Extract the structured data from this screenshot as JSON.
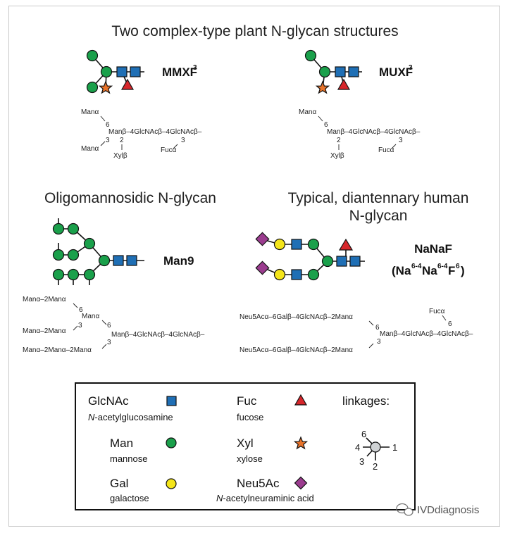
{
  "section1": {
    "title": "Two complex-type plant N-glycan structures",
    "mmxf": {
      "name": "MMXF",
      "sup": "3",
      "formula": [
        "Manα",
        "6",
        "Manβ–4GlcNAcβ–4GlcNAcβ–",
        "2",
        "3",
        "3",
        "Manα",
        "Xylβ",
        "Fucα"
      ]
    },
    "muxf": {
      "name": "MUXF",
      "sup": "3",
      "formula": [
        "Manα",
        "6",
        "Manβ–4GlcNAcβ–4GlcNAcβ–",
        "2",
        "3",
        "Xylβ",
        "Fucα"
      ]
    }
  },
  "section2": {
    "title": "Oligomannosidic N-glycan",
    "name": "Man9",
    "formula": [
      "Manα–2Manα",
      "6",
      "Manα",
      "3",
      "6",
      "Manα–2Manα",
      "Manβ–4GlcNAcβ–4GlcNAcβ–",
      "3",
      "Manα–2Manα–2Manα"
    ]
  },
  "section3": {
    "title_line1": "Typical, diantennary human",
    "title_line2": "N-glycan",
    "name": "NaNaF",
    "paren_open": "(Na",
    "sup1": "6-4",
    "na2": "Na",
    "sup2": "6-4",
    "f": "F",
    "sup3": "6",
    "paren_close": ")",
    "formula": [
      "Fucα",
      "6",
      "Neu5Acα–6Galβ–4GlcNAcβ–2Manα",
      "6",
      "Manβ–4GlcNAcβ–4GlcNAcβ–",
      "3",
      "Neu5Acα–6Galβ–4GlcNAcβ–2Manα"
    ]
  },
  "legend": {
    "items": [
      {
        "name": "GlcNAc",
        "desc_prefix": "N",
        "desc": "-acetylglucosamine",
        "icon": "blue-square-icon",
        "color": "#1f6fb5"
      },
      {
        "name": "Man",
        "desc": "mannose",
        "icon": "green-circle-icon",
        "color": "#1aa04b"
      },
      {
        "name": "Gal",
        "desc": "galactose",
        "icon": "yellow-circle-icon",
        "color": "#f4e51a"
      },
      {
        "name": "Fuc",
        "desc": "fucose",
        "icon": "red-triangle-icon",
        "color": "#d7262b"
      },
      {
        "name": "Xyl",
        "desc": "xylose",
        "icon": "orange-star-icon",
        "color": "#e8732a"
      },
      {
        "name": "Neu5Ac",
        "desc_prefix": "N",
        "desc": "-acetylneuraminic acid",
        "icon": "purple-diamond-icon",
        "color": "#9b3c8f"
      }
    ],
    "linkages_label": "linkages:",
    "linkage_numbers": [
      "6",
      "4",
      "1",
      "3",
      "2"
    ]
  },
  "watermark": "IVDdiagnosis"
}
